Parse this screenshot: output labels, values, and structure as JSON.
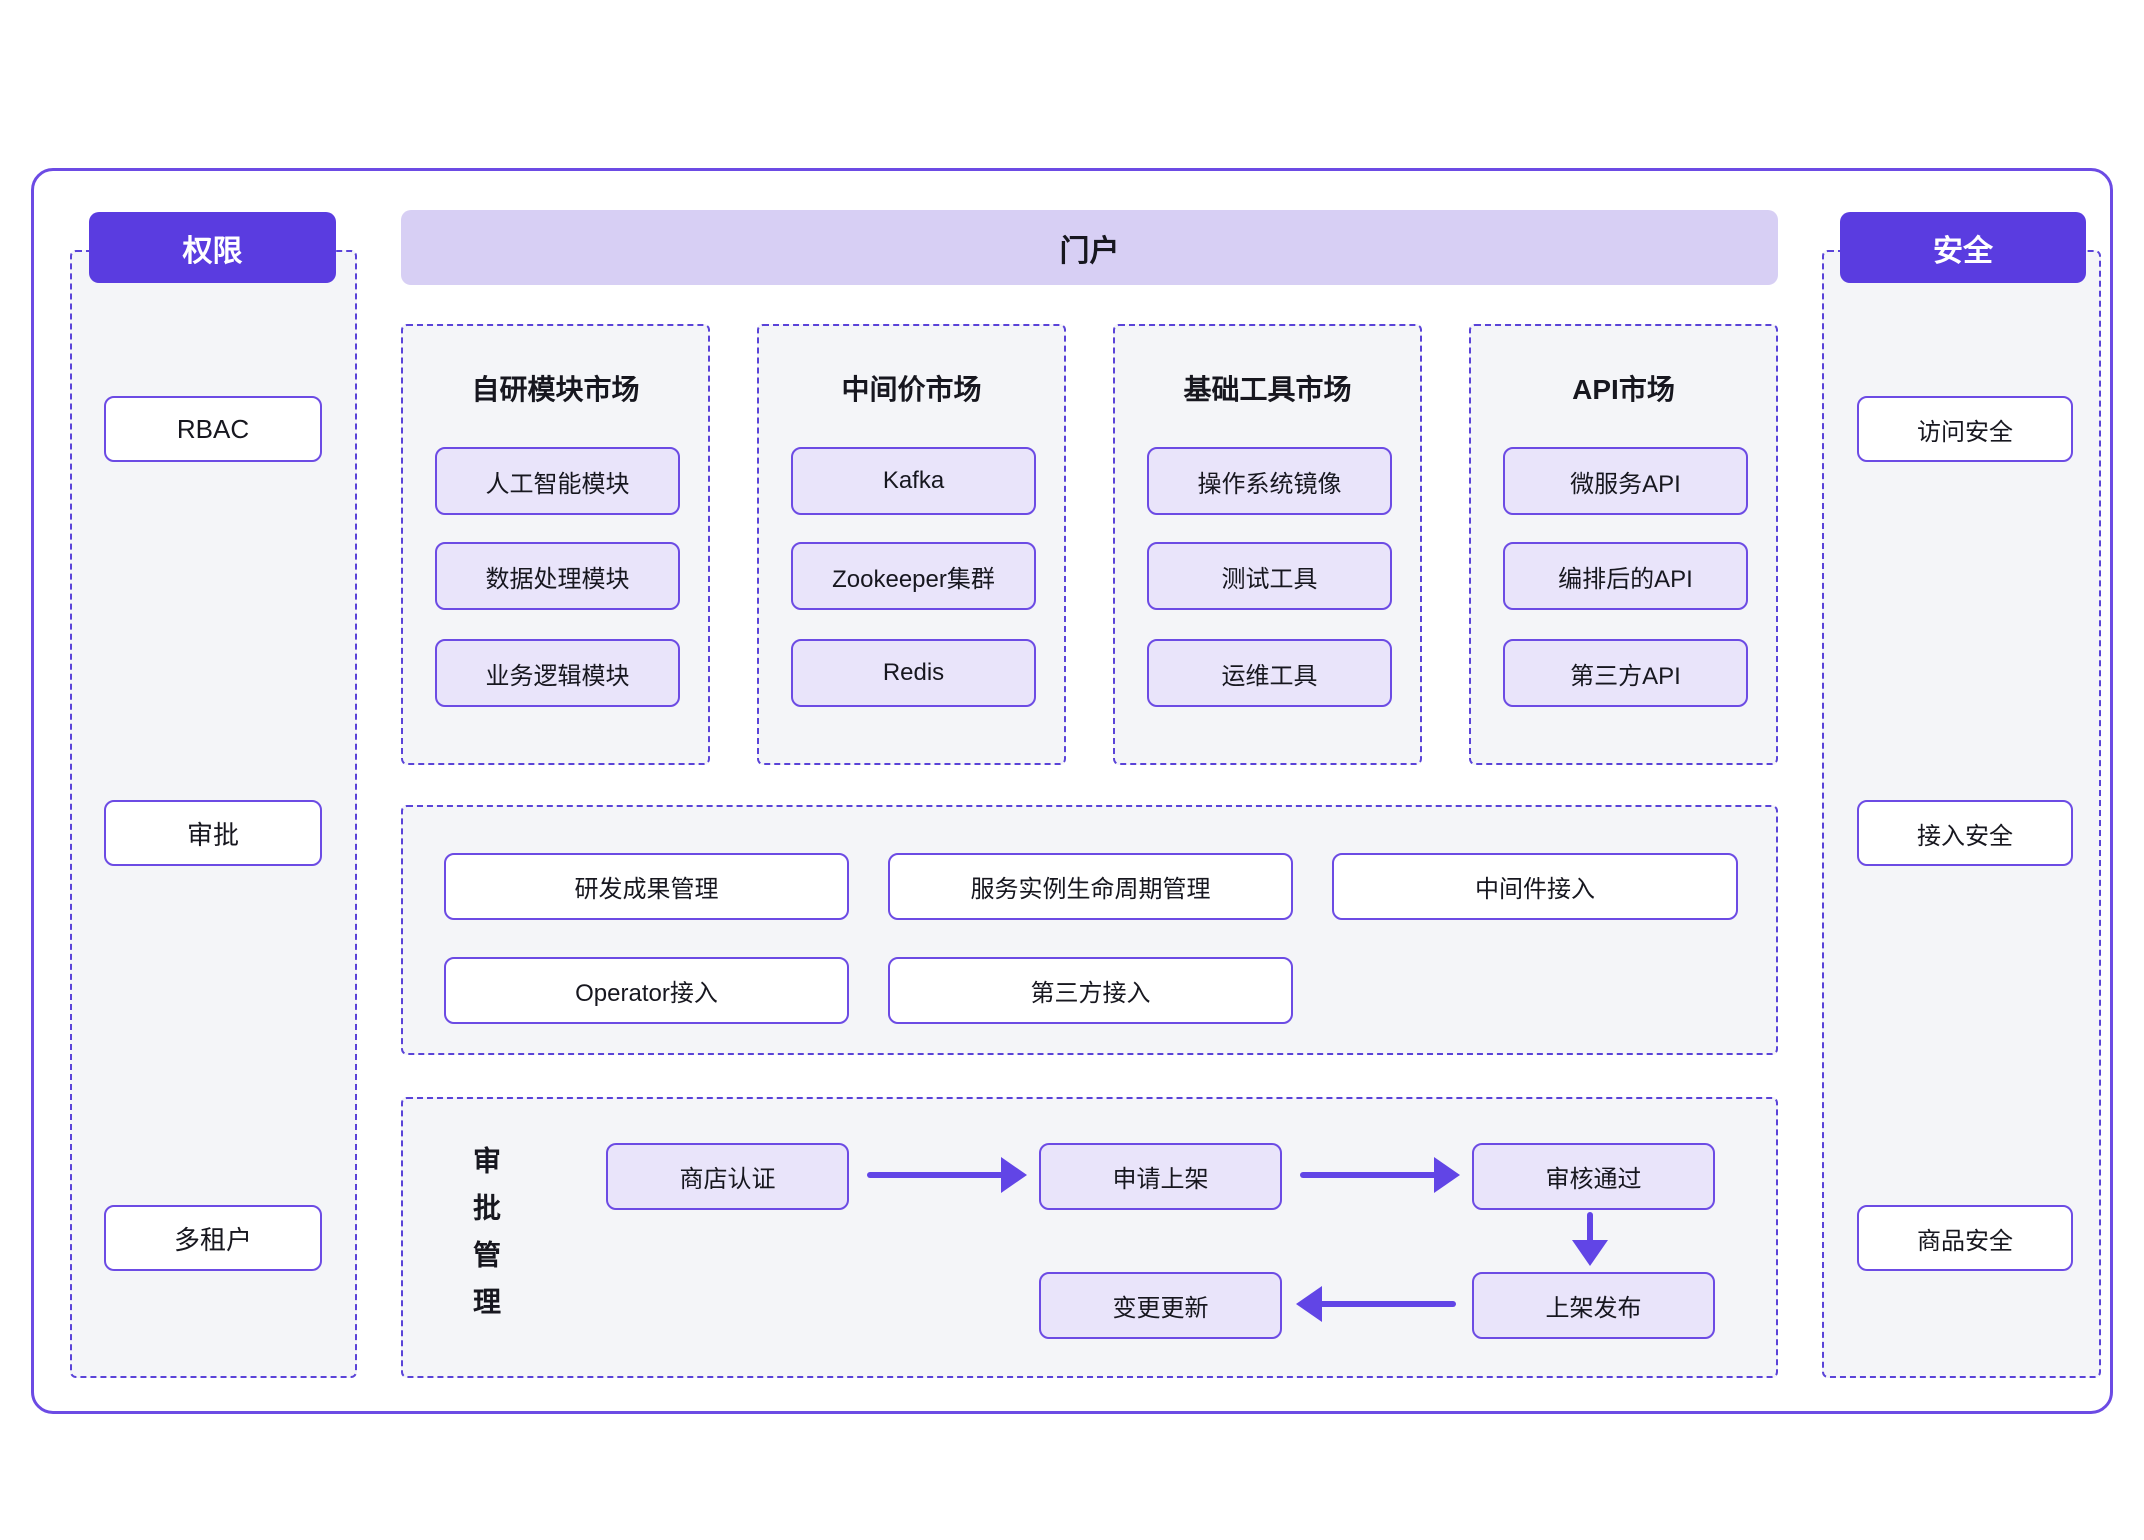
{
  "colors": {
    "accent": "#5A3CE0",
    "accent_border": "#6C4BE4",
    "portal_bg": "#D7CFF4",
    "box_lavender": "#E9E4FA",
    "panel_bg": "#F4F5F8",
    "dash": "#5A43D8",
    "arrow": "#6145E6",
    "text": "#17171F"
  },
  "left_panel": {
    "title": "权限",
    "items": [
      "RBAC",
      "审批",
      "多租户"
    ]
  },
  "portal": {
    "title": "门户"
  },
  "markets": [
    {
      "title": "自研模块市场",
      "items": [
        "人工智能模块",
        "数据处理模块",
        "业务逻辑模块"
      ]
    },
    {
      "title": "中间价市场",
      "items": [
        "Kafka",
        "Zookeeper集群",
        "Redis"
      ]
    },
    {
      "title": "基础工具市场",
      "items": [
        "操作系统镜像",
        "测试工具",
        "运维工具"
      ]
    },
    {
      "title": "API市场",
      "items": [
        "微服务API",
        "编排后的API",
        "第三方API"
      ]
    }
  ],
  "management": {
    "row1": [
      "研发成果管理",
      "服务实例生命周期管理",
      "中间件接入"
    ],
    "row2": [
      "Operator接入",
      "第三方接入"
    ]
  },
  "approval": {
    "label": "审批管理",
    "steps": [
      "商店认证",
      "申请上架",
      "审核通过",
      "上架发布",
      "变更更新"
    ]
  },
  "right_panel": {
    "title": "安全",
    "items": [
      "访问安全",
      "接入安全",
      "商品安全"
    ]
  }
}
